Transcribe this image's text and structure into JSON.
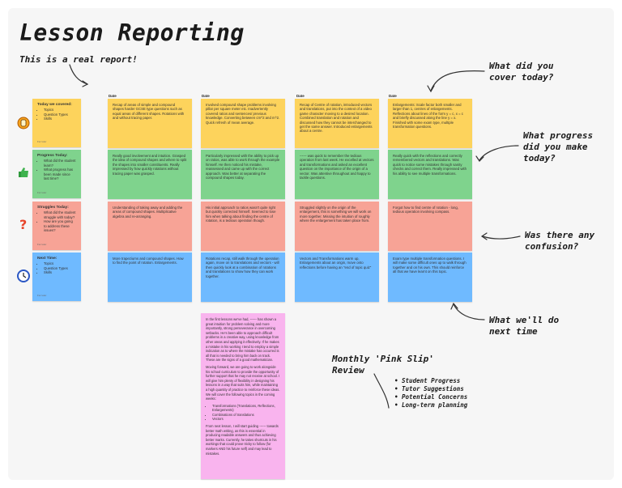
{
  "title": "Lesson Reporting",
  "subtitle": "This is a real report!",
  "date_label": "Date",
  "annotations": {
    "covered": [
      "What did you",
      "cover today?"
    ],
    "progress": [
      "What progress",
      "did you make",
      "today?"
    ],
    "confusion": [
      "Was there any",
      "confusion?"
    ],
    "next": [
      "What we'll do",
      "next time"
    ],
    "pink": [
      "Monthly 'Pink Slip'",
      "Review"
    ]
  },
  "pink_bullets": [
    "Student Progress",
    "Tutor Suggestions",
    "Potential Concerns",
    "Long-term planning"
  ],
  "row_labels": {
    "covered": {
      "title": "Today we covered:",
      "items": [
        "Topics",
        "Question Types",
        "Skills"
      ]
    },
    "progress": {
      "title": "Progress Today:",
      "items": [
        "What did the student learn?",
        "What progress has been made since last time?"
      ]
    },
    "confusion": {
      "title": "Struggles Today:",
      "items": [
        "What did the student struggle with today?",
        "How are you going to address these issues?"
      ]
    },
    "next": {
      "title": "Next Time:",
      "items": [
        "Topics",
        "Question Types",
        "Skills"
      ]
    }
  },
  "icons": {
    "covered": "clock-badge-icon",
    "progress": "thumbs-up-icon",
    "confusion": "question-mark-icon",
    "next": "clock-icon"
  },
  "notes": {
    "covered": [
      "Recap of areas of simple and compound shapes harder GCSE type questions such as equal areas of different shapes. Rotations with and without tracing paper.",
      "Involved compound shape problems involving pillar per square meter etc. Inadvertently covered ratios and sentences/ previous knowledge. Converting between cm^2 and m^2. Quick refresh of mean average.",
      "Recap of Centre of rotation, introduced vectors and translations, put into the context of a video game character moving to a desired location. Combined translation and rotation and discussed how they cannot be interchanged to get the same answer. Introduced enlargements about a centre.",
      "Enlargements: Scale factor both smaller and larger than 1, centres of enlargements. Reflections about lines of the form y = c, x = c and briefly discussed along the line y = x. Finished with some exam type, multiple transformation questions."
    ],
    "progress": [
      "Really good involvement and intuition. Grasped the idea of compound shapes and where to split the shapes into smaller constituents. Really impressed by how quickly rotations without tracing paper was grasped.",
      "Particularly impressed with the ability to pick up on ratios, was able to work through the example himself. He then noticed his mistake, reassessed and came up with the correct approach. Was better at separating the compound shapes today.",
      "------ was quick to remember the tedious operation from last week. He excelled at vectors and transformations and asked an excellent question on the importance of the origin of a vector. Was attentive throughout and happy to tackle questions.",
      "Really quick with the reflections and correctly remembered vectors and translations. Was quick to notice some mistakes through sanity checks and correct them. Really impressed with his ability to see multiple transformations."
    ],
    "confusion": [
      "Understanding of taking away and adding the areas of compound shapes. Multiplicative algebra and re-arranging.",
      "His initial approach to ratios wasn't quite right but quickly corrected himself. Seemed to lose him when talking about finding the centre of rotation, is a tedious operation though.",
      "Struggled slightly on the origin of the enlargement, this is something we will work on more together. Missing the intuition of roughly where the enlargement has taken place from.",
      "Forgot how to find centre of rotation - long, tedious operation involving compass."
    ],
    "next": [
      "More trapeziums and compound shapes. How to find the point of rotation. Enlargements.",
      "Rotations recap, still walk through the operation again, move on to translations and vectors - will then quickly look at a combination of rotations and translations to show how they can work together.",
      "Vectors and Transformations warm up, Enlargements about an origin, move onto reflections before having an \"end of topic quiz\"",
      "Exam type multiple transformation questions. I will make some difficult ones up to walk through together and on his own. This should reinforce all that we have learnt on this topic."
    ]
  },
  "pink_note": [
    "In the first lessons we've had, ------ has shown a great intuition for problem solving and more importantly, strong perseverance in overcoming setbacks. He's been able to approach difficult problems in a creative way, using knowledge from other areas and applying it effectively. If he makes a mistake in his working I tend to employ a simple indication as to where the mistake has occurred is all that is needed to bring him back on track. These are the signs of a good mathematician.",
    "Moving forward, we are going to work alongside his school curriculum to provide the opportunity of further support that he may not receive at school. I will give him plenty of flexibility in designing his lessons in a way that suits him, while maintaining a high quantity of practice to reinforce these ideas. We will cover the following topics in the coming weeks:",
    "From next lesson, I will start guiding ------ towards better math writing, as this is essential in producing readable answers and thus achieving better marks. Currently, he takes shortcuts in his workings that could prove tricky to follow (for markers AND his future self) and may lead to mistakes."
  ],
  "pink_topics": [
    "Transformations (Translations, Reflections, Enlargements)",
    "Combinations of translations",
    "Vectors"
  ],
  "label_footer": "For tutor"
}
